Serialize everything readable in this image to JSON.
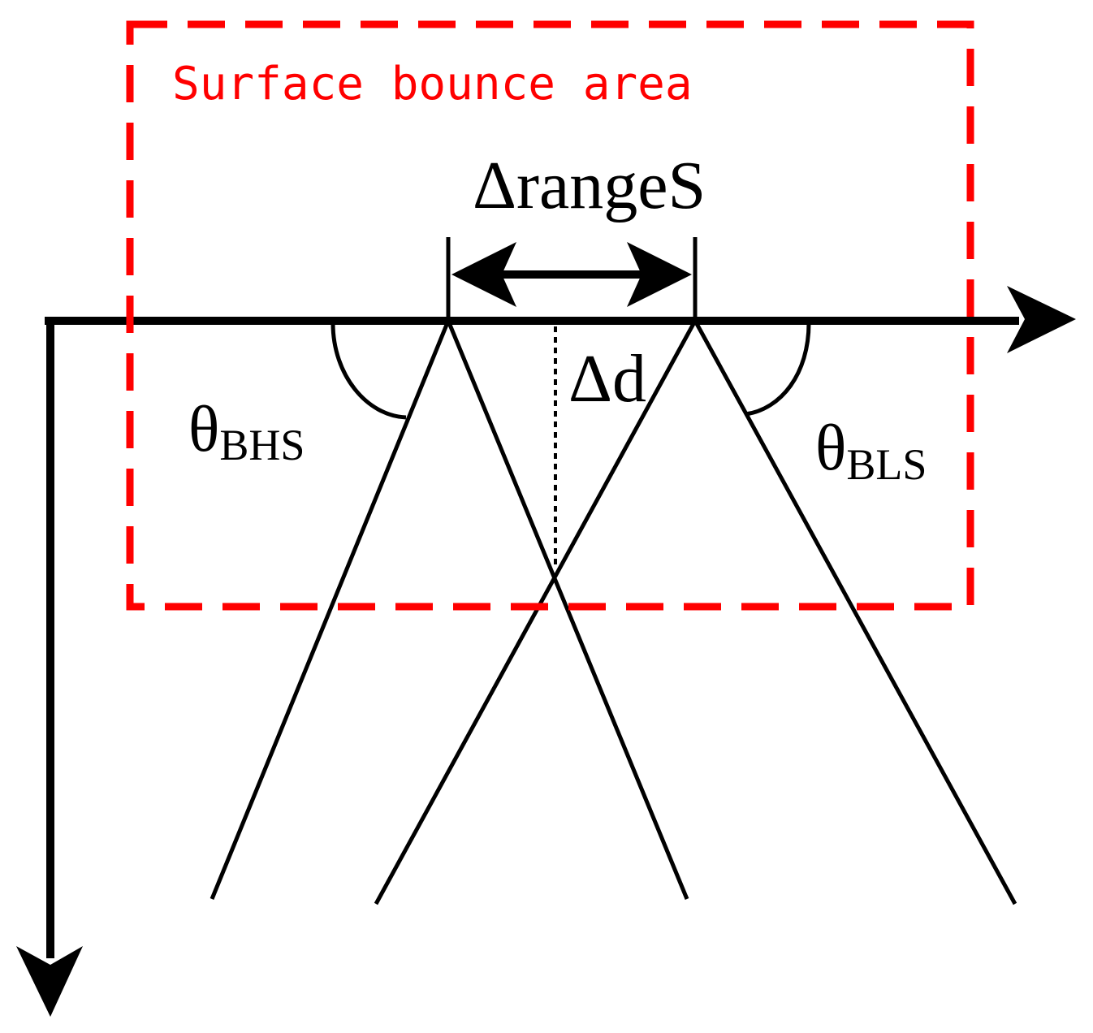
{
  "diagram": {
    "region_label": "Surface bounce area",
    "range_label": "ΔrangeS",
    "depth_label": "Δd",
    "angle_left": {
      "symbol": "θ",
      "subscript": "BHS"
    },
    "angle_right": {
      "symbol": "θ",
      "subscript": "BLS"
    }
  },
  "colors": {
    "line": "#000000",
    "region": "#ff0000"
  }
}
